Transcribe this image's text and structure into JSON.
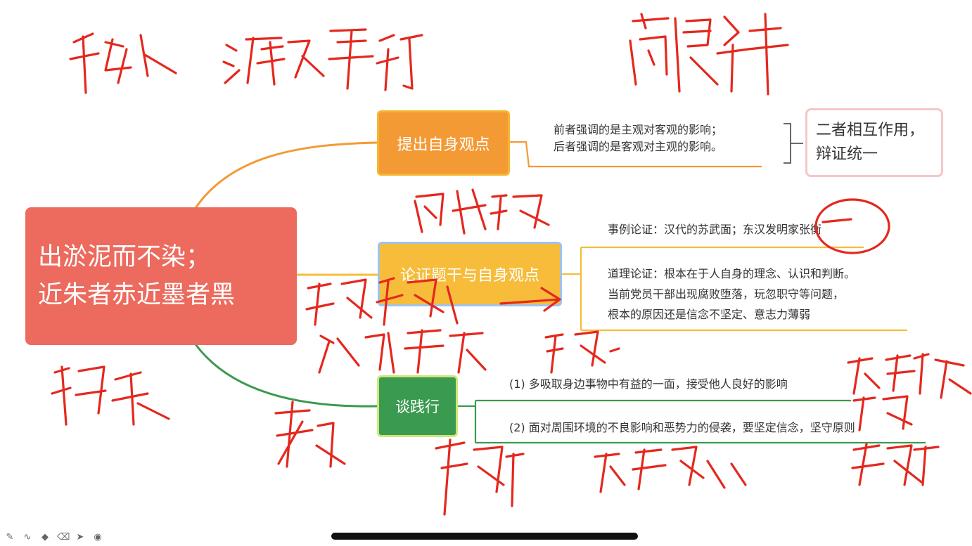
{
  "mindmap": {
    "central": {
      "lines": [
        "出淤泥而不染；",
        "近朱者赤近墨者黑"
      ]
    },
    "branches": [
      {
        "label": "提出自身观点",
        "leaves": [
          {
            "lines": [
              "前者强调的是主观对客观的影响；",
              "后者强调的是客观对主观的影响。"
            ]
          }
        ],
        "summary": [
          "二者相互作用，",
          "辩证统一"
        ]
      },
      {
        "label": "论证题干与自身观点",
        "leaves": [
          {
            "lines": [
              "事例论证：汉代的苏武面；东汉发明家张衡"
            ]
          },
          {
            "lines": [
              "道理论证：根本在于人自身的理念、认识和判断。",
              "当前党员干部出现腐败堕落，玩忽职守等问题，",
              "根本的原因还是信念不坚定、意志力薄弱"
            ]
          }
        ]
      },
      {
        "label": "谈践行",
        "leaves": [
          {
            "lines": [
              "(1)  多吸取身边事物中有益的一面，接受他人良好的影响"
            ]
          },
          {
            "lines": [
              "(2)  面对周围环境的不良影响和恶势力的侵袭，要坚定信念，坚守原则"
            ]
          }
        ]
      }
    ]
  },
  "colors": {
    "central": "#ec6b5e",
    "branch_orange": "#f39a35",
    "branch_yellow": "#f6bc3a",
    "branch_green": "#3a9a4f",
    "handwriting": "#e4281e"
  },
  "toolbar": {
    "icons": [
      "pen-icon",
      "curve-icon",
      "shape-icon",
      "eraser-icon",
      "pointer-icon",
      "record-icon"
    ]
  }
}
